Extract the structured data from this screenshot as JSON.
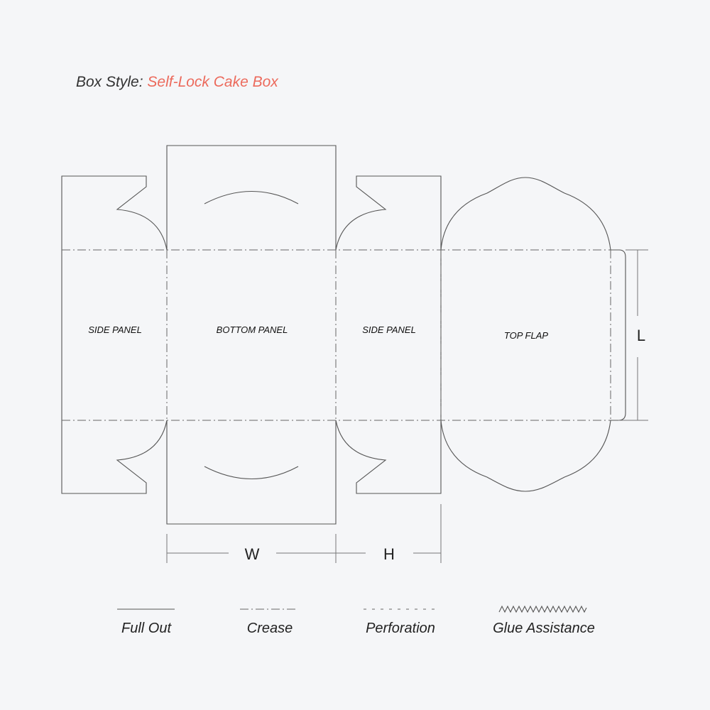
{
  "title": {
    "prefix": "Box Style:",
    "value": "Self-Lock Cake Box"
  },
  "panels": {
    "side_left": "SIDE PANEL",
    "bottom": "BOTTOM PANEL",
    "side_right": "SIDE PANEL",
    "top_flap": "TOP FLAP"
  },
  "dimensions": {
    "width": "W",
    "height": "H",
    "length": "L"
  },
  "legend": [
    "Full Out",
    "Crease",
    "Perforation",
    "Glue Assistance"
  ],
  "colors": {
    "accent": "#ec6a5c",
    "line": "#555555",
    "background": "#f5f6f8"
  }
}
